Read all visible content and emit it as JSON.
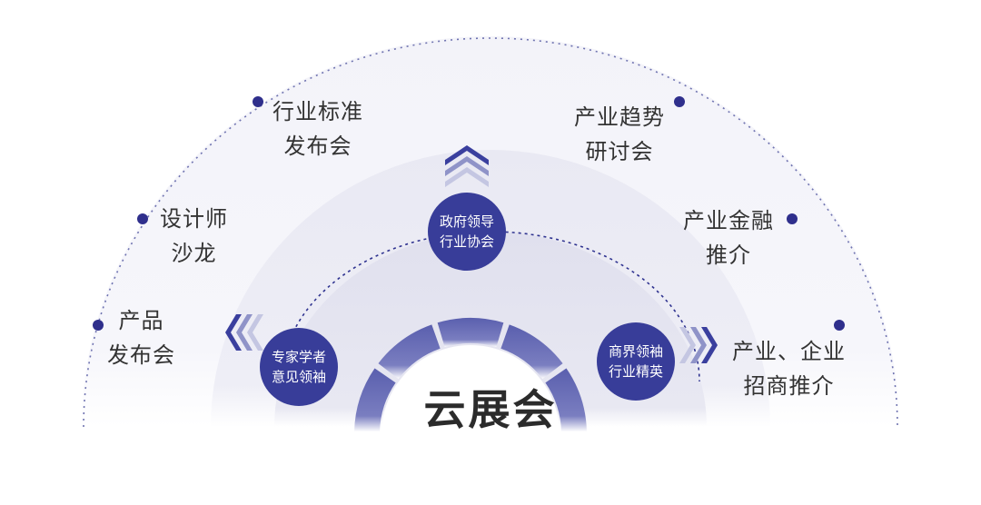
{
  "center_title": "云展会",
  "theme": {
    "primary": "#3a3f9e",
    "dot": "#2f2f8c",
    "ring_outer": "#f4f4fa",
    "ring_mid": "#eaeaf4",
    "ring_inner": "#e2e2ef",
    "text": "#333333"
  },
  "outer_items": [
    {
      "line1": "产品",
      "line2": "发布会"
    },
    {
      "line1": "设计师",
      "line2": "沙龙"
    },
    {
      "line1": "行业标准",
      "line2": "发布会"
    },
    {
      "line1": "产业趋势",
      "line2": "研讨会"
    },
    {
      "line1": "产业金融",
      "line2": "推介"
    },
    {
      "line1": "产业、企业",
      "line2": "招商推介"
    }
  ],
  "inner_nodes": [
    {
      "line1": "专家学者",
      "line2": "意见领袖"
    },
    {
      "line1": "政府领导",
      "line2": "行业协会"
    },
    {
      "line1": "商界领袖",
      "line2": "行业精英"
    }
  ]
}
